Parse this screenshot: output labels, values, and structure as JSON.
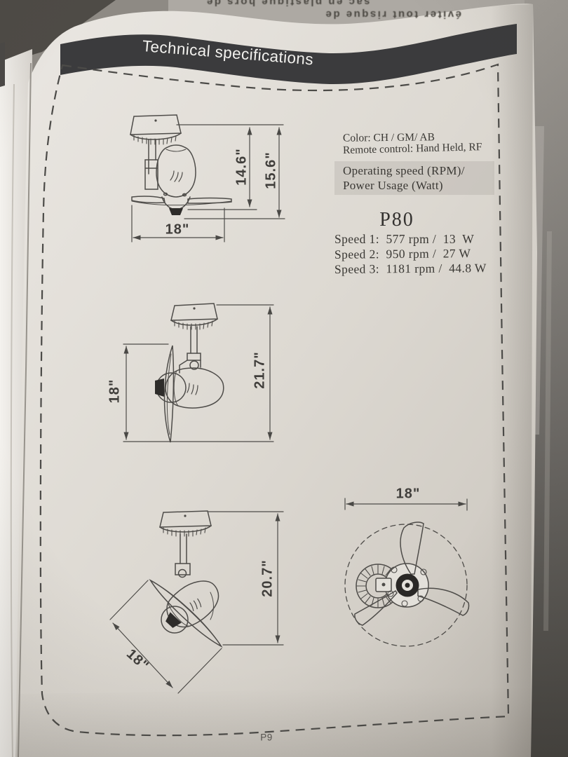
{
  "photo_background": {
    "packaging_text_line1": "sac en plastique hors de",
    "packaging_text_line2": "éviter tout risque de"
  },
  "page": {
    "banner_title": "Technical specifications",
    "page_number": "P9",
    "specs": {
      "color_line": "Color: CH / GM/ AB",
      "remote_line": "Remote control: Hand Held, RF",
      "highlight_line1": "Operating speed (RPM)/",
      "highlight_line2": "Power Usage (Watt)",
      "model": "P80",
      "speeds": [
        "Speed 1:  577 rpm /  13  W",
        "Speed 2:  950 rpm /  27 W",
        "Speed 3:  1181 rpm /  44.8 W"
      ]
    },
    "dimensions": {
      "front_view": {
        "inner_height": "14.6\"",
        "overall_height": "15.6\"",
        "blade_width": "18\""
      },
      "side_view": {
        "blade_width": "18\"",
        "overall_height": "21.7\""
      },
      "angled_view": {
        "overall_height": "20.7\"",
        "blade_width": "18\""
      },
      "top_view": {
        "blade_diameter": "18\""
      }
    },
    "colors": {
      "banner": "#3b3b3d",
      "paper": "#e2dfd8",
      "line_art": "#4e4c49",
      "highlight_box": "#cdc9c2"
    }
  }
}
